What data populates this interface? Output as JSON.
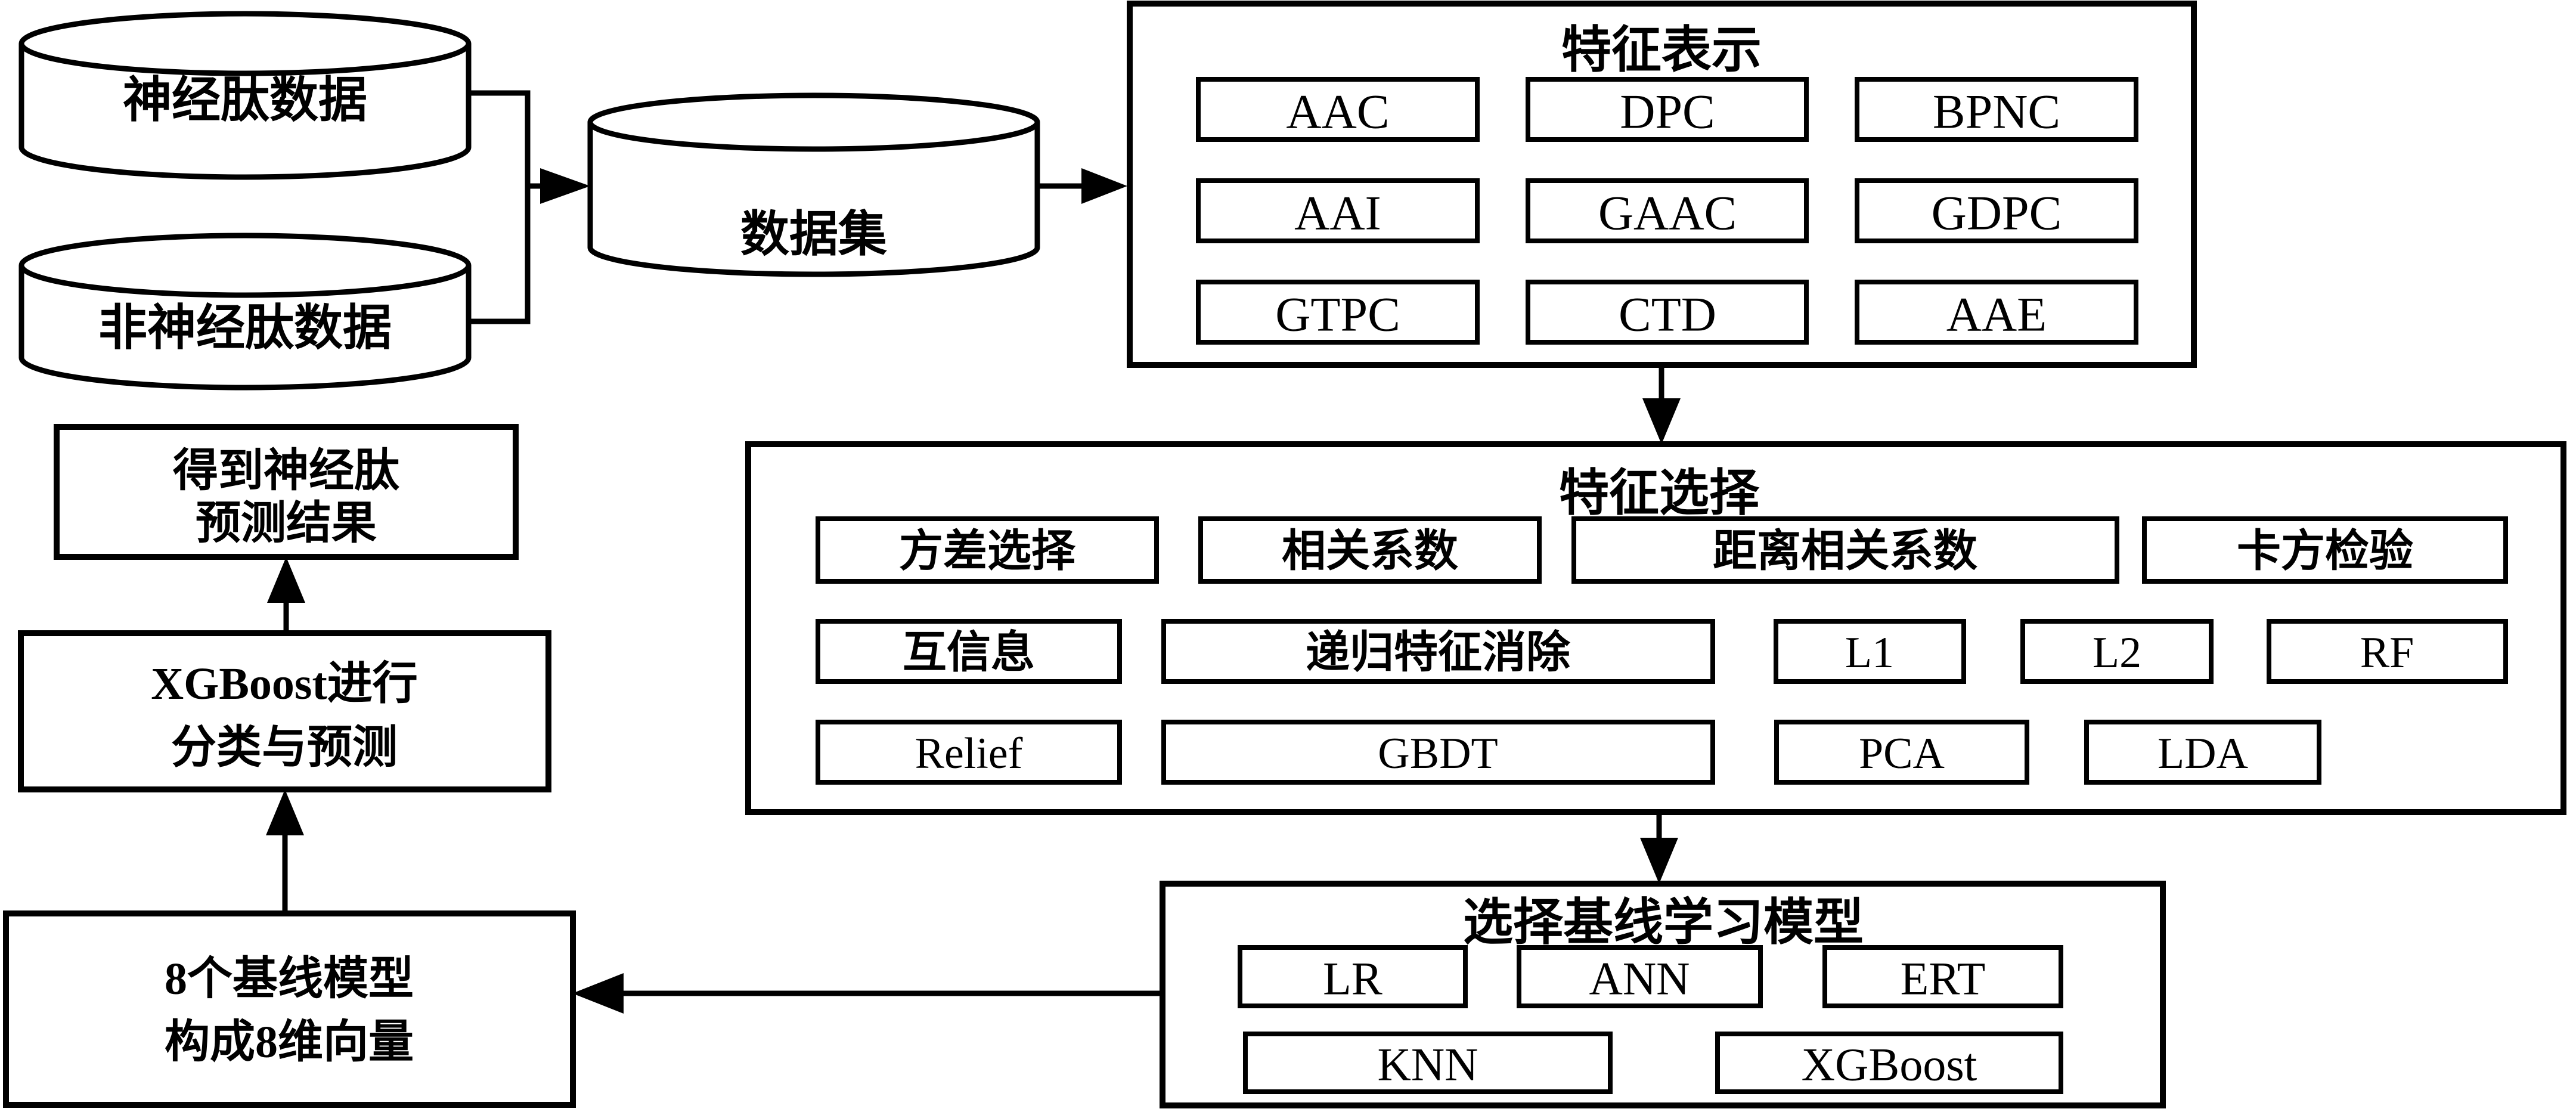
{
  "colors": {
    "line": "#000000",
    "background": "#ffffff"
  },
  "sources": {
    "neuropeptide_db": "神经肽数据",
    "non_neuropeptide_db": "非神经肽数据",
    "dataset_db": "数据集"
  },
  "feature_representation": {
    "title": "特征表示",
    "items": [
      "AAC",
      "DPC",
      "BPNC",
      "AAI",
      "GAAC",
      "GDPC",
      "GTPC",
      "CTD",
      "AAE"
    ]
  },
  "feature_selection": {
    "title": "特征选择",
    "row1": [
      "方差选择",
      "相关系数",
      "距离相关系数",
      "卡方检验"
    ],
    "row2": [
      "互信息",
      "递归特征消除",
      "L1",
      "L2",
      "RF"
    ],
    "row3": [
      "Relief",
      "GBDT",
      "PCA",
      "LDA"
    ]
  },
  "baseline_models": {
    "title": "选择基线学习模型",
    "row1": [
      "LR",
      "ANN",
      "ERT"
    ],
    "row2": [
      "KNN",
      "XGBoost"
    ]
  },
  "ensemble_box": {
    "line1": "8个基线模型",
    "line2": "构成8维向量"
  },
  "prediction_box": {
    "line1": "XGBoost进行",
    "line2": "分类与预测"
  },
  "result_box": {
    "line1": "得到神经肽",
    "line2": "预测结果"
  }
}
